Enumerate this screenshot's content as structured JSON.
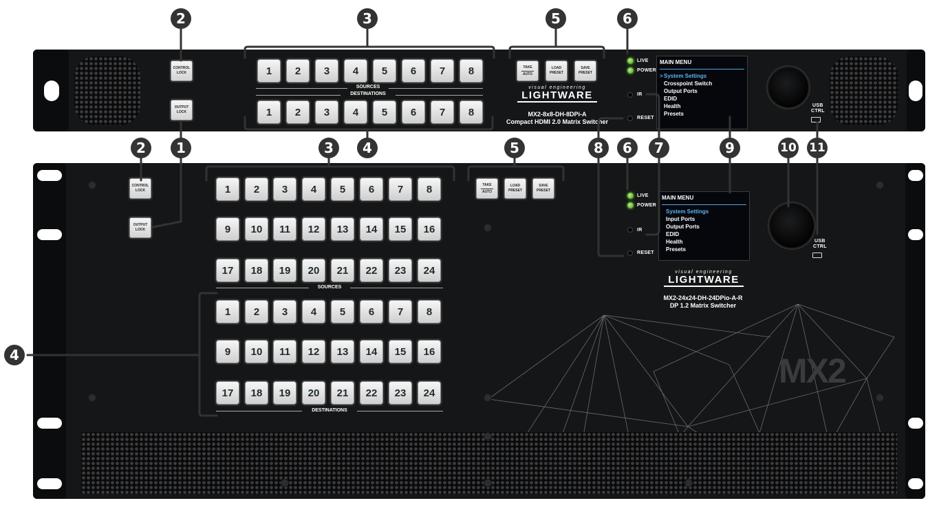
{
  "numbers": {
    "src8": [
      "1",
      "2",
      "3",
      "4",
      "5",
      "6",
      "7",
      "8"
    ],
    "dst8": [
      "1",
      "2",
      "3",
      "4",
      "5",
      "6",
      "7",
      "8"
    ],
    "src24": [
      [
        "1",
        "2",
        "3",
        "4",
        "5",
        "6",
        "7",
        "8"
      ],
      [
        "9",
        "10",
        "11",
        "12",
        "13",
        "14",
        "15",
        "16"
      ],
      [
        "17",
        "18",
        "19",
        "20",
        "21",
        "22",
        "23",
        "24"
      ]
    ],
    "dst24": [
      [
        "1",
        "2",
        "3",
        "4",
        "5",
        "6",
        "7",
        "8"
      ],
      [
        "9",
        "10",
        "11",
        "12",
        "13",
        "14",
        "15",
        "16"
      ],
      [
        "17",
        "18",
        "19",
        "20",
        "21",
        "22",
        "23",
        "24"
      ]
    ]
  },
  "labels": {
    "control": "CONTROL",
    "lock": "LOCK",
    "output": "OUTPUT",
    "take": "TAKE",
    "auto": "AUTO",
    "load": "LOAD",
    "save": "SAVE",
    "preset": "PRESET",
    "sources": "SOURCES",
    "destinations": "DESTINATIONS",
    "live": "LIVE",
    "power": "POWER",
    "ir": "IR",
    "reset": "RESET",
    "usb": "USB",
    "ctrl": "CTRL",
    "brand_small": "visual engineering",
    "brand_big": "LIGHTWARE",
    "mx2": "MX2"
  },
  "device_small": {
    "model": "MX2-8x8-DH-8DPi-A",
    "desc": "Compact HDMI 2.0 Matrix Switcher",
    "lcd": {
      "title": "MAIN MENU",
      "items": [
        "System Settings",
        "Crosspoint Switch",
        "Output Ports",
        "EDID",
        "Health",
        "Presets"
      ],
      "cursor": ">"
    }
  },
  "device_large": {
    "model": "MX2-24x24-DH-24DPio-A-R",
    "desc": "DP 1.2 Matrix Switcher",
    "lcd": {
      "title": "MAIN MENU",
      "items": [
        "System Settings",
        "Input Ports",
        "Output Ports",
        "EDID",
        "Health",
        "Presets"
      ]
    }
  },
  "callouts": {
    "top": [
      "2",
      "3",
      "5",
      "6"
    ],
    "mid": [
      "2",
      "1",
      "3",
      "4",
      "5",
      "8",
      "6",
      "7",
      "9",
      "10",
      "11"
    ],
    "left": "4"
  }
}
